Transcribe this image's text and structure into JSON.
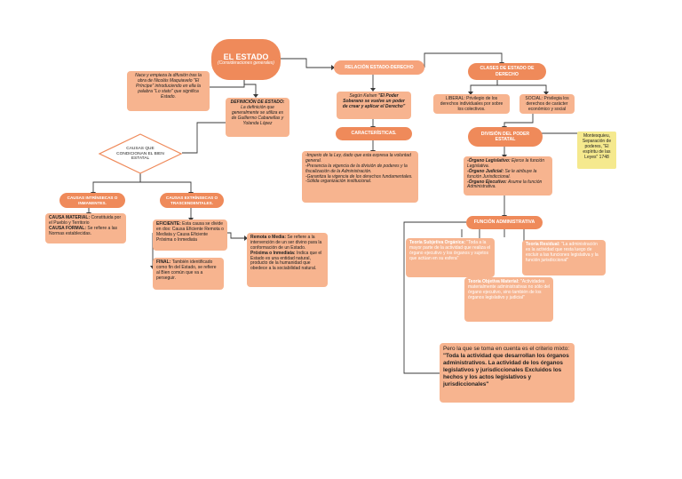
{
  "title": {
    "main": "EL ESTADO",
    "sub": "(Consideraciones generales)"
  },
  "intro": "Nace y empieza la difusión tras la obra de Nicolás Maquiavelo \"El Príncipe\" introduciendo en ella la palabra \"Lo stato\" que significa Estado.",
  "definicion": {
    "head": "DEFINICIÓN DE ESTADO:",
    "body": "La definición que generalmente se utiliza es de Guillermo Cabanellas y Yolanda López"
  },
  "causas_question": "CAUSAS QUE CONDICIONAN EL BIEN ESTATAL",
  "intrinsecas": {
    "label": "CAUSAS INTRÍNSECAS O INMANENTES.",
    "material_head": "CAUSA MATERIAL:",
    "material_body": " Constituida por el Pueblo y Territorio",
    "formal_head": "CAUSA FORMAL:",
    "formal_body": " Se refiere a las Normas establecidas."
  },
  "extrinsecas": {
    "label": "CAUSAS EXTRÍNSECAS O TRASCENDENTALES.",
    "eficiente_head": "EFICIENTE:",
    "eficiente_body": " Esta causa se divide en dos: Causa Eficiente Remota o Mediata y Causa Eficiente Próxima o Inmediata",
    "final_head": "FINAL:",
    "final_body": " También identificado como fin del Estado, se refiere al Bien común que va a perseguir.",
    "remota_head": "Remota o Media:",
    "remota_body": " Se refiere a la intervención de un ser divino para la conformación de un Estado.",
    "proxima_head": "Próxima o Inmediata:",
    "proxima_body": " Indica que el Estado es una entidad natural, producto de la humanidad que obedece a la sociabilidad natural."
  },
  "relacion": {
    "label": "RELACIÓN ESTADO-DERECHO",
    "kelsen_pre": "Según Kelsen ",
    "kelsen_bold": "\"El Poder Soberano se vuelve un poder de crear y aplicar el Derecho\""
  },
  "caracteristicas": {
    "label": "CARACTERÍSTICAS.",
    "items": [
      "-Imperio de la Ley, dado que esta expresa la voluntad general.",
      "-Presencia la vigencia de la división de poderes y la fiscalización de la Administración.",
      "-Garantiza la vigencia de los derechos fundamentales.",
      "-Sólida organización institucional."
    ]
  },
  "clases": {
    "label": "CLASES DE ESTADO DE DERECHO",
    "liberal": "LIBERAL: Privilegio de los derechos individuales por sobre los colectivos.",
    "social": "SOCIAL: Privilegia los derechos de carácter económico y social"
  },
  "division": {
    "label": "DIVISIÓN DEL PODER ESTATAL",
    "items": [
      {
        "head": "-Órgano Legislativo:",
        "body": " Ejerce la función Legislativa."
      },
      {
        "head": "-Órgano Judicial:",
        "body": " Se le atribuye la función Jurisdiccional."
      },
      {
        "head": "-Órgano Ejecutivo:",
        "body": " Asume la función Administrativa."
      }
    ]
  },
  "montesquieu": "Montesquieu, Separación de poderes, \"El espíritu de las Leyes\" 1748",
  "funcion": {
    "label": "FUNCIÓN ADMINISTRATIVA",
    "subjetiva_head": "Teoría Subjetiva Orgánica:",
    "subjetiva_body": " \"Toda a la mayor parte de la actividad que realiza el órgano ejecutivo y los órganos y sujetos que actúan en su esfera\"",
    "residual_head": "Teoría Residual:",
    "residual_body": " \"La administración es la actividad que resta luego de excluir a las funciones legislativa y la función jurisdiccional\"",
    "objetiva_head": "Teoría Objetiva Material:",
    "objetiva_body": " \"Actividades materialmente administrativas no sólo del órgano ejecutivo, sino también de los órganos legislativo y judicial\""
  },
  "criterio": {
    "pre": "Pero la que se toma en cuenta es el criterio mixto: ",
    "bold": "\"Toda la actividad que desarrollan los órganos administrativos. La actividad de los órganos legislativos y jurisdiccionales Excluidos los hechos y los actos legislativos y jurisdiccionales\""
  }
}
